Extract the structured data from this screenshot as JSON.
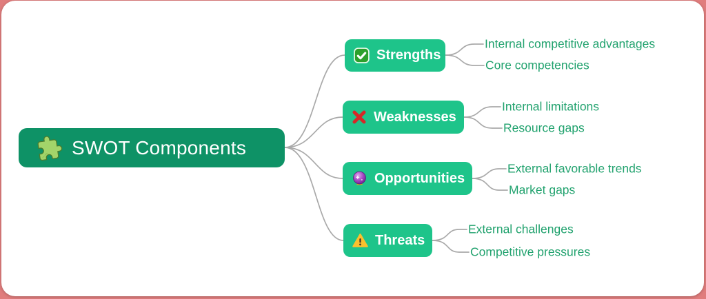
{
  "root": {
    "label": "SWOT Components",
    "icon": "puzzle-icon"
  },
  "branches": [
    {
      "label": "Strengths",
      "icon": "check-mark-icon",
      "children": [
        "Internal competitive advantages",
        "Core competencies"
      ]
    },
    {
      "label": "Weaknesses",
      "icon": "cross-mark-icon",
      "children": [
        "Internal limitations",
        "Resource gaps"
      ]
    },
    {
      "label": "Opportunities",
      "icon": "crystal-ball-icon",
      "children": [
        "External favorable trends",
        "Market gaps"
      ]
    },
    {
      "label": "Threats",
      "icon": "warning-icon",
      "children": [
        "External challenges",
        "Competitive pressures"
      ]
    }
  ],
  "colors": {
    "background": "#e07d7d",
    "card": "#ffffff",
    "root_fill": "#0e9266",
    "branch_fill": "#1ec48a",
    "node_text": "#ffffff",
    "leaf_text": "#21a26e",
    "connector": "#a9a9a9"
  }
}
